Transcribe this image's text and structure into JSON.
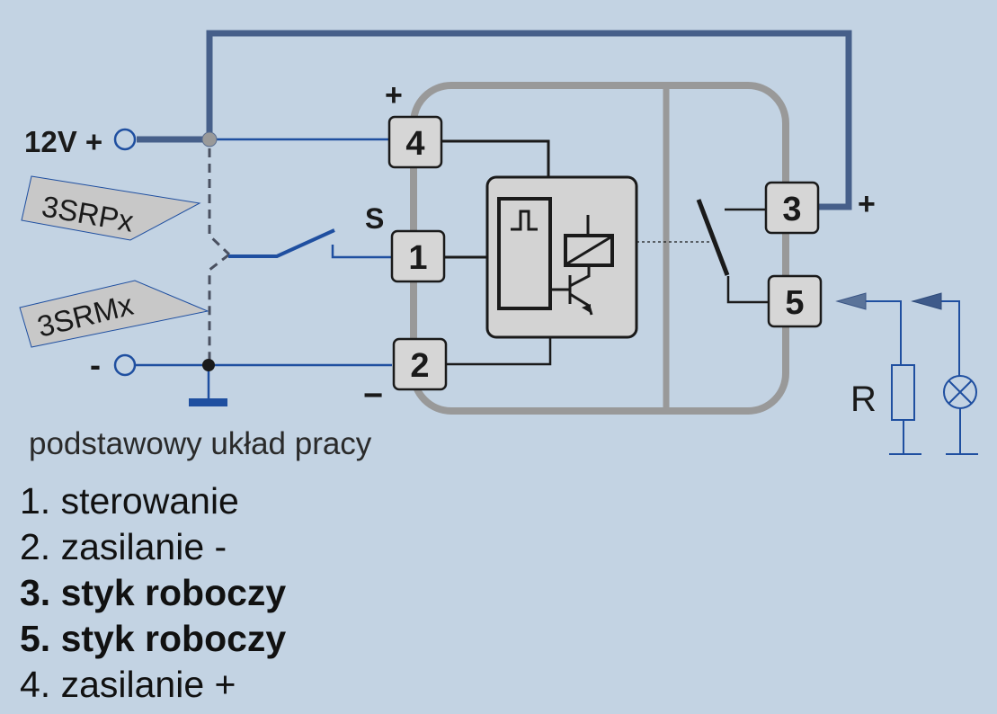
{
  "diagram": {
    "supply_plus_label": "12V +",
    "supply_minus_label": "-",
    "sensor_labels": [
      "3SRPx",
      "3SRMx"
    ],
    "terminal_symbols": {
      "plus": "+",
      "s": "S",
      "minus": "−",
      "out_plus": "+"
    },
    "terminals": [
      "4",
      "1",
      "2",
      "3",
      "5"
    ],
    "load_label": "R",
    "caption": "podstawowy układ  pracy"
  },
  "legend": [
    {
      "text": "1. sterowanie",
      "bold": false
    },
    {
      "text": "2. zasilanie  -",
      "bold": false
    },
    {
      "text": "3. styk roboczy",
      "bold": true
    },
    {
      "text": "5. styk roboczy",
      "bold": true
    },
    {
      "text": "4. zasilanie +",
      "bold": false
    }
  ],
  "colors": {
    "background": "#c3d3e3",
    "thick_wire": "#465f8a",
    "thin_wire": "#1f4fa0",
    "housing": "#999999",
    "terminal_fill": "#d6d6d6"
  }
}
